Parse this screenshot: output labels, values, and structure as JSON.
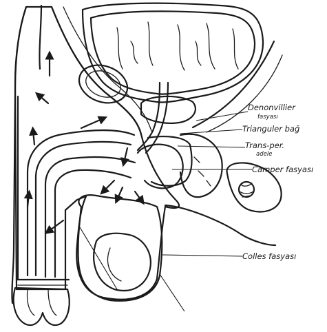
{
  "labels": {
    "denonvillier_line1": "Denonvillier",
    "denonvillier_line2": "fasyası",
    "trianguler": "Trianguler bağ",
    "trans_per_line1": "Trans-per.",
    "trans_per_line2": "adele",
    "camper": "Camper fasyası",
    "colles": "Colles fasyası"
  },
  "colors": {
    "ink": "#1a1a1a",
    "paper": "#ffffff"
  }
}
